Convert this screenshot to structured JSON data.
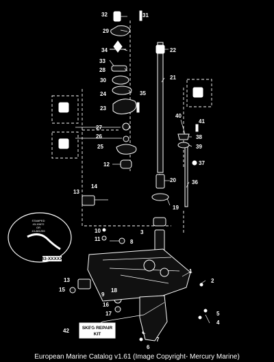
{
  "callouts": [
    "32",
    "31",
    "29",
    "34",
    "33",
    "28",
    "30",
    "35",
    "24",
    "23",
    "27",
    "26",
    "25",
    "12",
    "22",
    "21",
    "40",
    "41",
    "38",
    "39",
    "37",
    "20",
    "36",
    "19",
    "14",
    "13",
    "10",
    "11",
    "3",
    "8",
    "1",
    "2",
    "13",
    "15",
    "9",
    "18",
    "16",
    "17",
    "5",
    "4",
    "7",
    "6",
    "42"
  ],
  "stamp": {
    "line1": "STAMPED",
    "line2": "43-19672",
    "line3": "OR",
    "line4": "43-881259",
    "tag": "43-XXXXX"
  },
  "skeg_kit": {
    "line1": "SKEG REPAIR",
    "line2": "KIT"
  },
  "caption": "European Marine Catalog v1.61 (Image Copyright- Mercury Marine)"
}
